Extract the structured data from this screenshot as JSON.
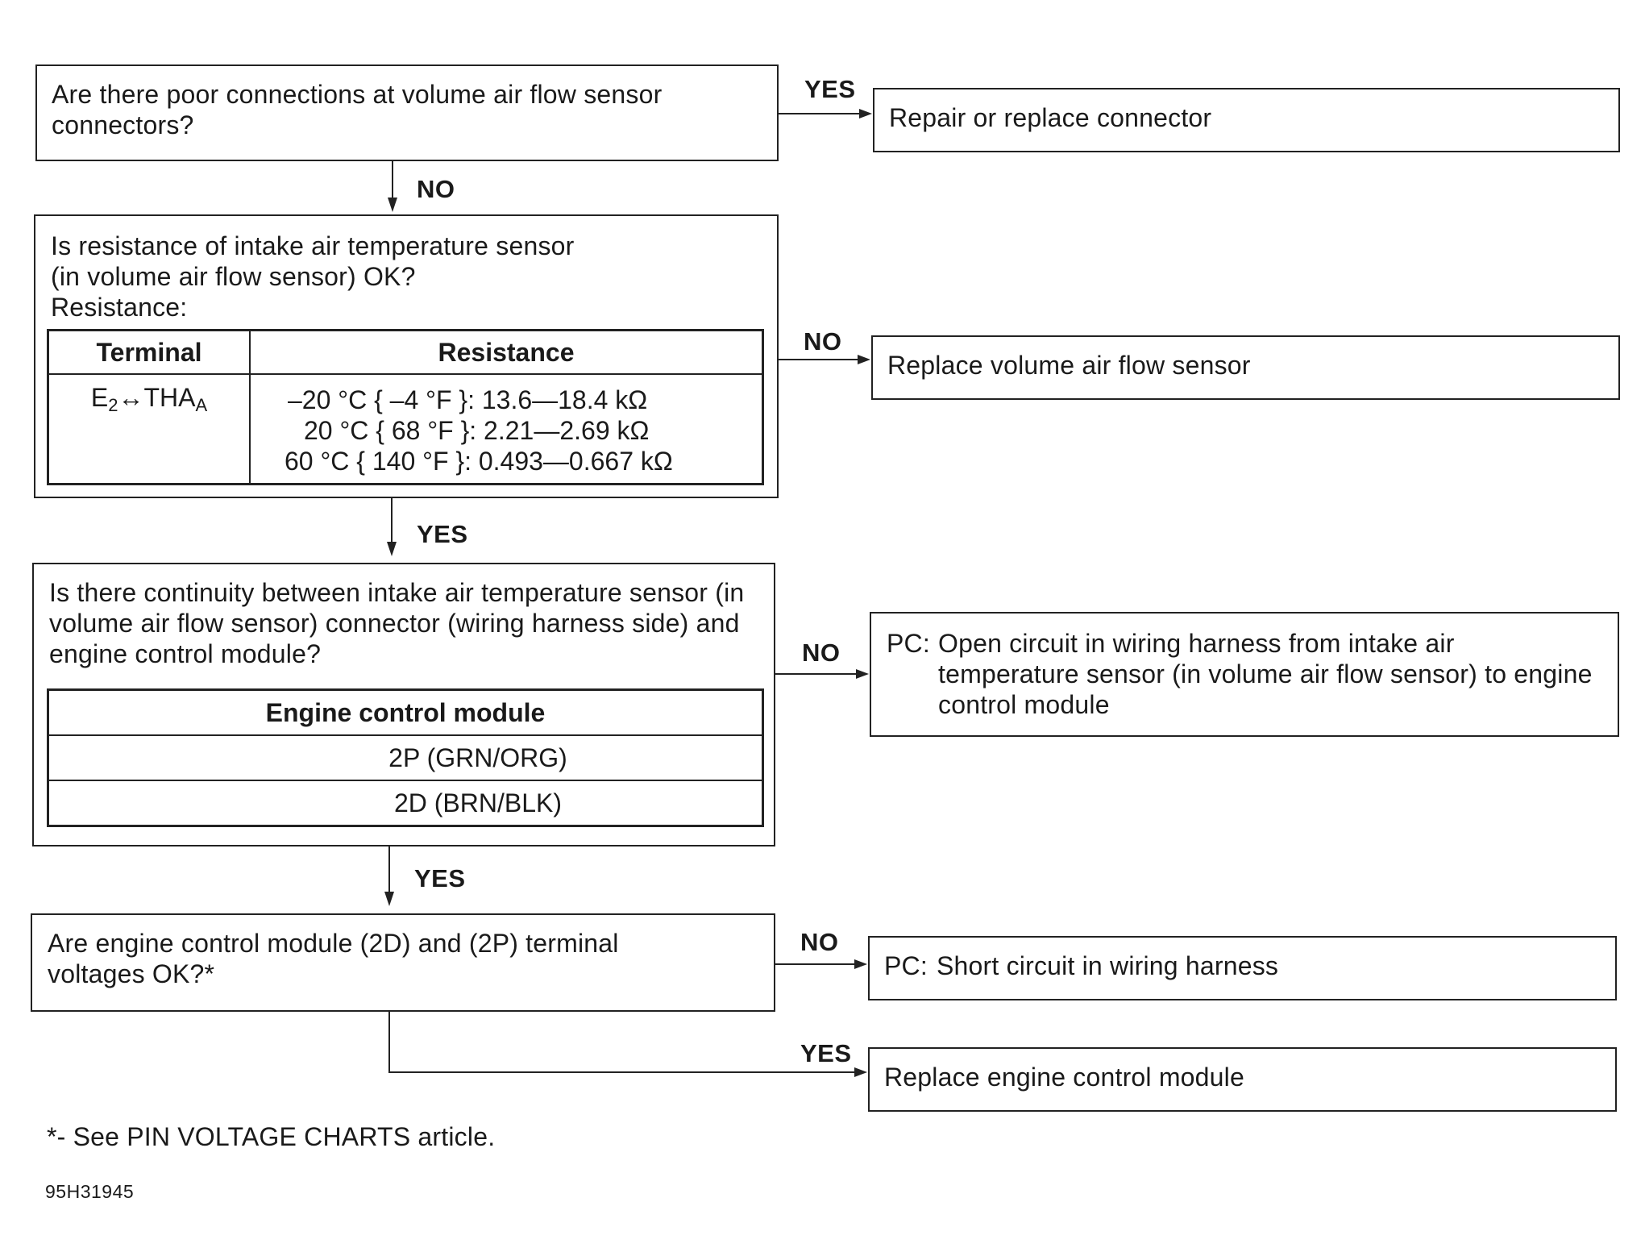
{
  "steps": {
    "q1": {
      "question": "Are there poor connections at volume air flow sensor connectors?",
      "yes_action": "Repair or replace connector"
    },
    "q2": {
      "question_line1": "Is resistance of intake air temperature sensor",
      "question_line2": "(in volume air flow sensor) OK?",
      "question_line3": "Resistance:",
      "table": {
        "col_terminal": "Terminal",
        "col_resistance": "Resistance",
        "terminal_from": "E",
        "terminal_from_sub": "2",
        "terminal_arrow": "↔",
        "terminal_to": "THA",
        "terminal_to_sub": "A",
        "rows": [
          "–20 °C { –4 °F }: 13.6—18.4 kΩ",
          "20 °C { 68 °F }: 2.21—2.69 kΩ",
          "60 °C { 140 °F }: 0.493—0.667  kΩ"
        ]
      },
      "no_action": "Replace volume air flow sensor"
    },
    "q3": {
      "question": "Is there continuity between intake air temperature sensor (in volume air flow sensor) connector (wiring harness side) and engine control module?",
      "table": {
        "header": "Engine control module",
        "rows": [
          "2P (GRN/ORG)",
          "2D (BRN/BLK)"
        ]
      },
      "no_action_prefix": "PC:",
      "no_action": "Open circuit in wiring harness from intake air temperature sensor (in volume air flow sensor) to engine control module"
    },
    "q4": {
      "question": "Are engine control module (2D) and (2P) terminal voltages OK?*",
      "no_action_prefix": "PC:",
      "no_action": "Short circuit in wiring harness",
      "yes_action": "Replace engine control module"
    }
  },
  "labels": {
    "yes": "YES",
    "no": "NO"
  },
  "footnote": "*- See PIN VOLTAGE CHARTS article.",
  "figure_id": "95H31945"
}
